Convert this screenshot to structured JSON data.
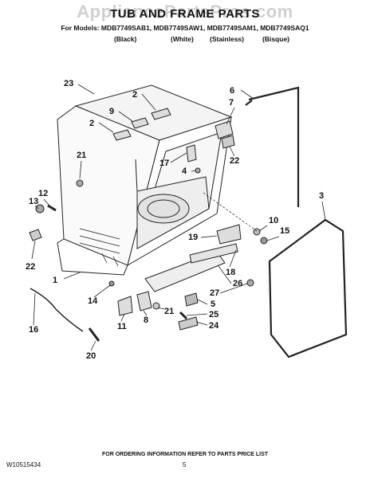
{
  "header": {
    "watermark": "AppliancePartsPros.com",
    "title": "TUB AND FRAME PARTS",
    "models_line": "For Models: MDB7749SAB1, MDB7749SAW1, MDB7749SAM1, MDB7749SAQ1",
    "colors": [
      "(Black)",
      "(White)",
      "(Stainless)",
      "(Bisque)"
    ]
  },
  "callouts": [
    "23",
    "2",
    "9",
    "2",
    "6",
    "7",
    "21",
    "17",
    "4",
    "22",
    "13",
    "12",
    "3",
    "10",
    "15",
    "19",
    "22",
    "18",
    "1",
    "26",
    "27",
    "14",
    "5",
    "21",
    "11",
    "8",
    "25",
    "24",
    "16",
    "20"
  ],
  "footer": {
    "order_note": "FOR ORDERING INFORMATION REFER TO PARTS PRICE LIST",
    "doc_number": "W10515434",
    "page_number": "5"
  }
}
